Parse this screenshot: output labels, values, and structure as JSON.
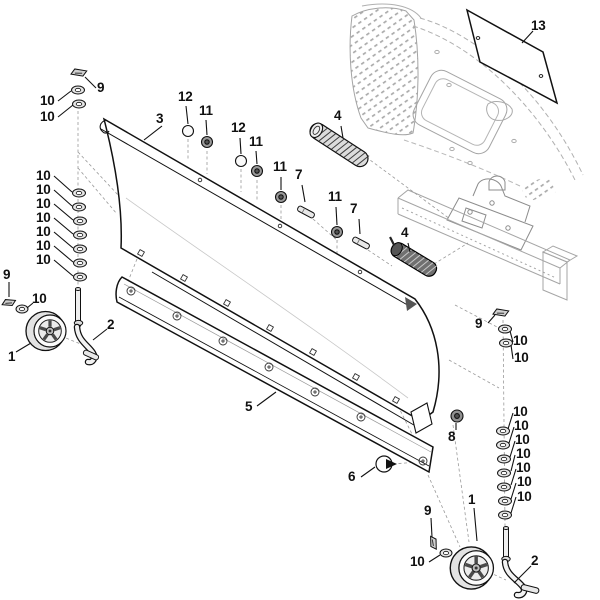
{
  "diagram": {
    "type": "exploded-parts-diagram",
    "colors": {
      "line": "#111111",
      "ghost": "#aaaaaa",
      "spring_dark": "#707070",
      "metal_light": "#e6e6e6"
    },
    "parts": {
      "1": "wheel",
      "2": "wheel-bracket",
      "3": "plow-blade",
      "4": "spring",
      "5": "scraper-bar",
      "6": "knob",
      "7": "roll-pin",
      "8": "flange-nut",
      "9": "cotter-clip",
      "10": "washer",
      "11": "lock-nut",
      "12": "ball-knob",
      "13": "wear-plate"
    },
    "callouts": [
      {
        "label": "9"
      },
      {
        "label": "10"
      },
      {
        "label": "10"
      },
      {
        "label": "10"
      },
      {
        "label": "10"
      },
      {
        "label": "10"
      },
      {
        "label": "10"
      },
      {
        "label": "10"
      },
      {
        "label": "10"
      },
      {
        "label": "10"
      },
      {
        "label": "9"
      },
      {
        "label": "10"
      },
      {
        "label": "1"
      },
      {
        "label": "2"
      },
      {
        "label": "3"
      },
      {
        "label": "12"
      },
      {
        "label": "11"
      },
      {
        "label": "12"
      },
      {
        "label": "11"
      },
      {
        "label": "11"
      },
      {
        "label": "7"
      },
      {
        "label": "11"
      },
      {
        "label": "7"
      },
      {
        "label": "4"
      },
      {
        "label": "4"
      },
      {
        "label": "13"
      },
      {
        "label": "5"
      },
      {
        "label": "6"
      },
      {
        "label": "8"
      },
      {
        "label": "9"
      },
      {
        "label": "10"
      },
      {
        "label": "10"
      },
      {
        "label": "10"
      },
      {
        "label": "10"
      },
      {
        "label": "10"
      },
      {
        "label": "10"
      },
      {
        "label": "10"
      },
      {
        "label": "10"
      },
      {
        "label": "10"
      },
      {
        "label": "1"
      },
      {
        "label": "9"
      },
      {
        "label": "10"
      },
      {
        "label": "2"
      }
    ]
  }
}
